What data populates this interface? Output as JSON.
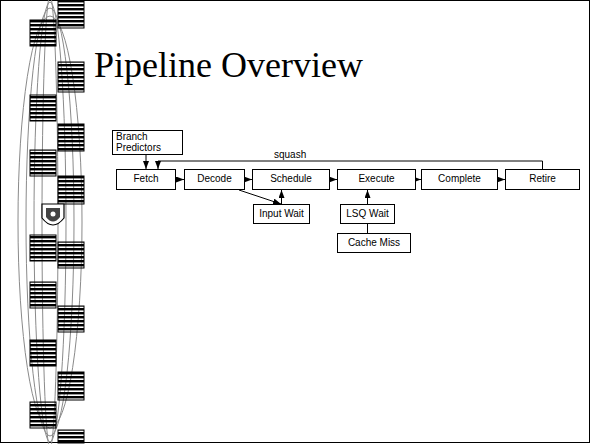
{
  "diagram": {
    "title": "Pipeline Overview",
    "nodes": [
      {
        "text": [
          "Branch Predictors"
        ]
      },
      {
        "text": [
          "Fetch"
        ]
      },
      {
        "text": [
          "Decode"
        ]
      },
      {
        "text": [
          "Schedule"
        ]
      },
      {
        "text": [
          "Execute"
        ]
      },
      {
        "text": [
          "Complete"
        ]
      },
      {
        "text": [
          "Retire"
        ]
      },
      {
        "text": [
          "Input Wait"
        ]
      },
      {
        "text": [
          "LSQ Wait"
        ]
      },
      {
        "text": [
          "Cache Miss"
        ]
      }
    ],
    "edges": [
      {
        "from": 0,
        "to": 1,
        "arrow": "to"
      },
      {
        "from": 1,
        "to": 2,
        "arrow": "to"
      },
      {
        "from": 2,
        "to": 3,
        "arrow": "to"
      },
      {
        "from": 3,
        "to": 4,
        "arrow": "to"
      },
      {
        "from": 4,
        "to": 5,
        "arrow": "to"
      },
      {
        "from": 5,
        "to": 6,
        "arrow": "to"
      },
      {
        "from": 6,
        "to": 1,
        "label": "squash",
        "arrow": "to"
      },
      {
        "from": 2,
        "to": 7,
        "arrow": "to"
      },
      {
        "from": 7,
        "to": 3,
        "arrow": "to"
      },
      {
        "from": 8,
        "to": 4,
        "arrow": "to"
      },
      {
        "from": 9,
        "to": 8,
        "arrow": "none"
      }
    ]
  }
}
